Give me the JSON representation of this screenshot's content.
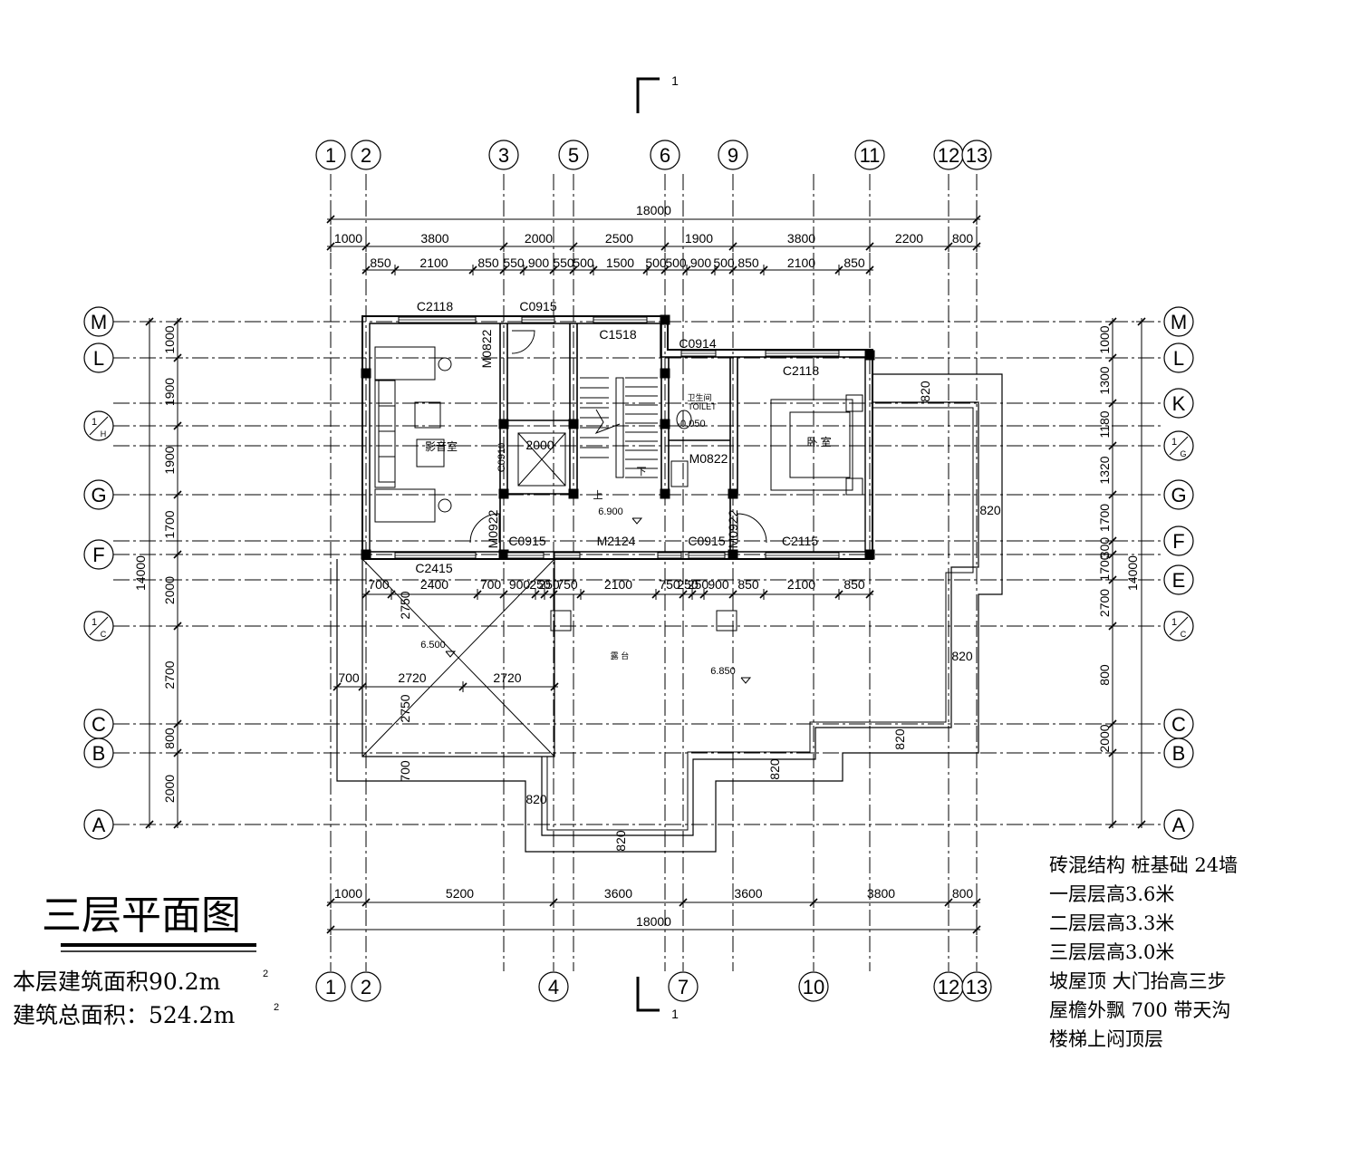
{
  "title": "三层平面图",
  "area_floor": "本层建筑面积90.2m",
  "area_total": "建筑总面积：524.2m",
  "area_sup": "2",
  "section_mark": "1",
  "notes": [
    "砖混结构 桩基础 24墙",
    "一层层高3.6米",
    "二层层高3.3米",
    "三层层高3.0米",
    "坡屋顶 大门抬高三步",
    "屋檐外飘 700 带天沟",
    "楼梯上闷顶层"
  ],
  "axes_top": [
    "1",
    "2",
    "3",
    "5",
    "6",
    "9",
    "11",
    "12",
    "13"
  ],
  "axes_bottom": [
    "1",
    "2",
    "4",
    "7",
    "10",
    "12",
    "13"
  ],
  "axes_left": [
    "M",
    "L",
    "1/H",
    "G",
    "F",
    "1/C",
    "C",
    "B",
    "A"
  ],
  "axes_right": [
    "M",
    "L",
    "K",
    "1/G",
    "G",
    "F",
    "E",
    "1/C",
    "C",
    "B",
    "A"
  ],
  "dims_top_total": "18000",
  "dims_top_row1": [
    "1000",
    "3800",
    "2000",
    "2500",
    "1900",
    "3800",
    "2200",
    "800"
  ],
  "dims_top_row2": [
    "850",
    "2100",
    "850",
    "550",
    "900",
    "550",
    "500",
    "1500",
    "500",
    "500",
    "900",
    "500",
    "850",
    "2100",
    "850"
  ],
  "dims_bottom_row": [
    "1000",
    "5200",
    "3600",
    "3600",
    "3800",
    "800"
  ],
  "dims_bottom_total": "18000",
  "dims_left_total": "14000",
  "dims_left": [
    "1000",
    "1900",
    "1900",
    "1700",
    "2000",
    "2700",
    "800",
    "2000"
  ],
  "dims_right_total": "14000",
  "dims_right": [
    "1000",
    "1300",
    "1180",
    "1320",
    "1700",
    "300",
    "1700",
    "2700",
    "800",
    "2000"
  ],
  "dims_mid": [
    "700",
    "2400",
    "700",
    "900",
    "250",
    "250",
    "750",
    "2100",
    "750",
    "250",
    "250",
    "900",
    "850",
    "2100",
    "850"
  ],
  "windows": [
    "C2118",
    "C0915",
    "C1518",
    "C0914",
    "C2118",
    "C2415",
    "C0915",
    "M2124",
    "C0915",
    "C2115",
    "M0822",
    "M0822",
    "M0922",
    "M0922",
    "C0910"
  ],
  "rooms": {
    "theater": "影音室",
    "bedroom": "卧 室",
    "toilet": "卫生间",
    "toilet_en": "TOILET",
    "terrace": "露 台",
    "up": "上",
    "down": "下",
    "elevator": "2000"
  },
  "levels": [
    "6.900",
    "6.500",
    "6.850",
    "-0.050"
  ],
  "terrace_dims": [
    "2750",
    "2750",
    "700",
    "2720",
    "2720",
    "700"
  ],
  "eave_dims": [
    "820",
    "820",
    "820",
    "820",
    "820",
    "820",
    "820"
  ]
}
